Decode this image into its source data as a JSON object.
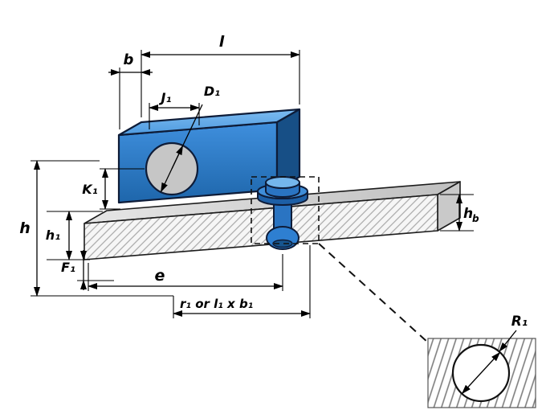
{
  "drawing": {
    "title_labels": {
      "b": "b",
      "l": "l",
      "j1": "J₁",
      "d1": "D₁",
      "k1": "K₁",
      "h": "h",
      "h1": "h₁",
      "f1": "F₁",
      "e": "e",
      "r1": "r₁ or l₁ x b₁",
      "hb_main": "h",
      "hb_sub": "b",
      "r_detail": "R₁"
    },
    "colors": {
      "block_blue": "#2e7fd1",
      "block_blue_light": "#74b6ec",
      "block_blue_dark": "#174f86",
      "rail_gray": "#d9d9d9",
      "outline_navy": "#0e1c38",
      "dimension_black": "#000000"
    }
  }
}
